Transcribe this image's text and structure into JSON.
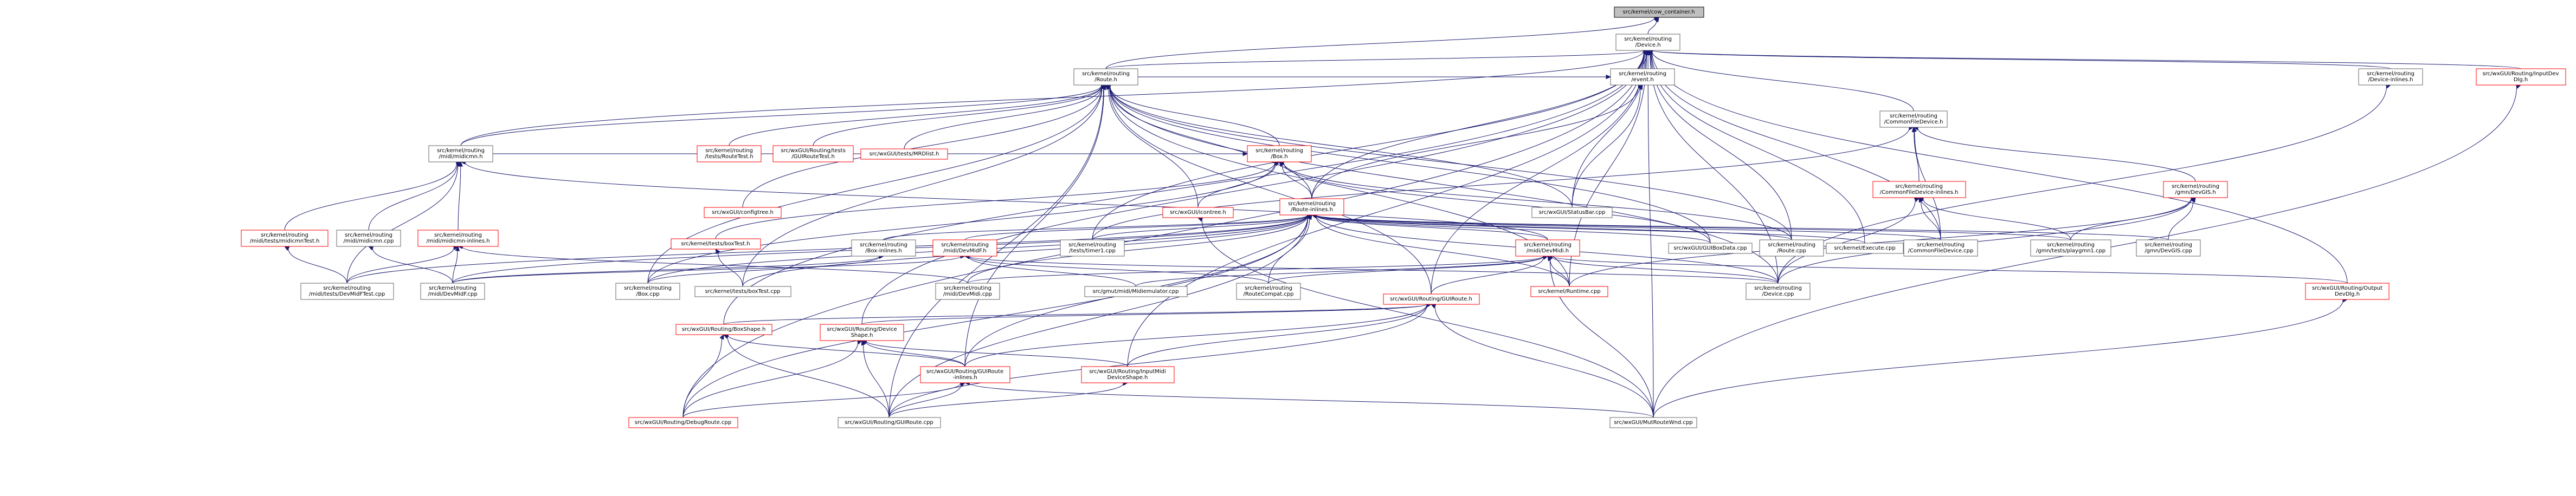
{
  "graph": {
    "nodes": [
      {
        "id": "cow",
        "lines": [
          "src/kernel/cow_container.h"
        ],
        "style": "root"
      },
      {
        "id": "device_h",
        "lines": [
          "src/kernel/routing",
          "/Device.h"
        ],
        "style": "normal"
      },
      {
        "id": "route_h",
        "lines": [
          "src/kernel/routing",
          "/Route.h"
        ],
        "style": "normal"
      },
      {
        "id": "event_h",
        "lines": [
          "src/kernel/routing",
          "/event.h"
        ],
        "style": "normal"
      },
      {
        "id": "devinl_h",
        "lines": [
          "src/kernel/routing",
          "/Device-inlines.h"
        ],
        "style": "normal"
      },
      {
        "id": "inputdevdlg_h",
        "lines": [
          "src/wxGUI/Routing/InputDev",
          "Dlg.h"
        ],
        "style": "red"
      },
      {
        "id": "cfd_h",
        "lines": [
          "src/kernel/routing",
          "/CommonFileDevice.h"
        ],
        "style": "normal"
      },
      {
        "id": "midicmn_h",
        "lines": [
          "src/kernel/routing",
          "/midi/midicmn.h"
        ],
        "style": "normal"
      },
      {
        "id": "routetest_h",
        "lines": [
          "src/kernel/routing",
          "/tests/RouteTest.h"
        ],
        "style": "red"
      },
      {
        "id": "guiroutetest_h",
        "lines": [
          "src/wxGUI/Routing/tests",
          "/GUIRouteTest.h"
        ],
        "style": "red"
      },
      {
        "id": "mrdlist_h",
        "lines": [
          "src/wxGUI/tests/MRDlist.h"
        ],
        "style": "red"
      },
      {
        "id": "box_h",
        "lines": [
          "src/kernel/routing",
          "/Box.h"
        ],
        "style": "red"
      },
      {
        "id": "configtree_h",
        "lines": [
          "src/wxGUI/configtree.h"
        ],
        "style": "red"
      },
      {
        "id": "icontree_h",
        "lines": [
          "src/wxGUI/icontree.h"
        ],
        "style": "red"
      },
      {
        "id": "routeinl_h",
        "lines": [
          "src/kernel/routing",
          "/Route-inlines.h"
        ],
        "style": "red"
      },
      {
        "id": "statusbar_cpp",
        "lines": [
          "src/wxGUI/StatusBar.cpp"
        ],
        "style": "normal"
      },
      {
        "id": "cfdinl_h",
        "lines": [
          "src/kernel/routing",
          "/CommonFileDevice-inlines.h"
        ],
        "style": "red"
      },
      {
        "id": "gmndevgis_h",
        "lines": [
          "src/kernel/routing",
          "/gmn/DevGIS.h"
        ],
        "style": "red"
      },
      {
        "id": "midicmntest_h",
        "lines": [
          "src/kernel/routing",
          "/midi/tests/midicmnTest.h"
        ],
        "style": "red"
      },
      {
        "id": "midicmn_cpp",
        "lines": [
          "src/kernel/routing",
          "/midi/midicmn.cpp"
        ],
        "style": "normal"
      },
      {
        "id": "midicmninl_h",
        "lines": [
          "src/kernel/routing",
          "/midi/midicmn-inlines.h"
        ],
        "style": "red"
      },
      {
        "id": "boxtest_h",
        "lines": [
          "src/kernel/tests/boxTest.h"
        ],
        "style": "red"
      },
      {
        "id": "boxinl_h",
        "lines": [
          "src/kernel/routing",
          "/Box-inlines.h"
        ],
        "style": "normal"
      },
      {
        "id": "mididevmidf_h",
        "lines": [
          "src/kernel/routing",
          "/midi/DevMidF.h"
        ],
        "style": "red"
      },
      {
        "id": "timer1_cpp",
        "lines": [
          "src/kernel/routing",
          "/tests/timer1.cpp"
        ],
        "style": "normal"
      },
      {
        "id": "mididevmidi_h",
        "lines": [
          "src/kernel/routing",
          "/midi/DevMidi.h"
        ],
        "style": "red"
      },
      {
        "id": "guiboxdata_cpp",
        "lines": [
          "src/wxGUI/GUIBoxData.cpp"
        ],
        "style": "normal"
      },
      {
        "id": "route_cpp",
        "lines": [
          "src/kernel/routing",
          "/Route.cpp"
        ],
        "style": "normal"
      },
      {
        "id": "execute_cpp",
        "lines": [
          "src/kernel/Execute.cpp"
        ],
        "style": "normal"
      },
      {
        "id": "cfd_cpp",
        "lines": [
          "src/kernel/routing",
          "/CommonFileDevice.cpp"
        ],
        "style": "normal"
      },
      {
        "id": "playgmn1_cpp",
        "lines": [
          "src/kernel/routing",
          "/gmn/tests/playgmn1.cpp"
        ],
        "style": "normal"
      },
      {
        "id": "devgis_cpp",
        "lines": [
          "src/kernel/routing",
          "/gmn/DevGIS.cpp"
        ],
        "style": "normal"
      },
      {
        "id": "devmidftest_cpp",
        "lines": [
          "src/kernel/routing",
          "/midi/tests/DevMidFTest.cpp"
        ],
        "style": "normal"
      },
      {
        "id": "devmidf_cpp",
        "lines": [
          "src/kernel/routing",
          "/midi/DevMidF.cpp"
        ],
        "style": "normal"
      },
      {
        "id": "box_cpp",
        "lines": [
          "src/kernel/routing",
          "/Box.cpp"
        ],
        "style": "normal"
      },
      {
        "id": "boxtest_cpp",
        "lines": [
          "src/kernel/tests/boxTest.cpp"
        ],
        "style": "normal"
      },
      {
        "id": "devmidi_cpp",
        "lines": [
          "src/kernel/routing",
          "/midi/DevMidi.cpp"
        ],
        "style": "normal"
      },
      {
        "id": "midiemu_cpp",
        "lines": [
          "src/gmut/midi/Midiemulator.cpp"
        ],
        "style": "normal"
      },
      {
        "id": "routecompat_cpp",
        "lines": [
          "src/kernel/routing",
          "/RouteCompat.cpp"
        ],
        "style": "normal"
      },
      {
        "id": "runtime_cpp",
        "lines": [
          "src/kernel/Runtime.cpp"
        ],
        "style": "red"
      },
      {
        "id": "device_cpp",
        "lines": [
          "src/kernel/routing",
          "/Device.cpp"
        ],
        "style": "normal"
      },
      {
        "id": "outputdevdlg_h",
        "lines": [
          "src/wxGUI/Routing/Output",
          "DevDlg.h"
        ],
        "style": "red"
      },
      {
        "id": "guiroute_h",
        "lines": [
          "src/wxGUI/Routing/GUIRoute.h"
        ],
        "style": "red"
      },
      {
        "id": "boxshape_h",
        "lines": [
          "src/wxGUI/Routing/BoxShape.h"
        ],
        "style": "red"
      },
      {
        "id": "devshape_h",
        "lines": [
          "src/wxGUI/Routing/Device",
          "Shape.h"
        ],
        "style": "red"
      },
      {
        "id": "guirouteinl_h",
        "lines": [
          "src/wxGUI/Routing/GUIRoute",
          "-inlines.h"
        ],
        "style": "red"
      },
      {
        "id": "inputmidishape_h",
        "lines": [
          "src/wxGUI/Routing/InputMidi",
          "DeviceShape.h"
        ],
        "style": "red"
      },
      {
        "id": "debugroute_cpp",
        "lines": [
          "src/wxGUI/Routing/DebugRoute.cpp"
        ],
        "style": "red"
      },
      {
        "id": "guiroute_cpp",
        "lines": [
          "src/wxGUI/Routing/GUIRoute.cpp"
        ],
        "style": "normal"
      },
      {
        "id": "mutroutewnd_cpp",
        "lines": [
          "src/wxGUI/MutRouteWnd.cpp"
        ],
        "style": "normal"
      }
    ],
    "edges": [
      [
        "cow",
        "device_h"
      ],
      [
        "cow",
        "route_h"
      ],
      [
        "device_h",
        "route_h"
      ],
      [
        "device_h",
        "event_h"
      ],
      [
        "device_h",
        "devinl_h"
      ],
      [
        "device_h",
        "inputdevdlg_h"
      ],
      [
        "device_h",
        "cfd_h"
      ],
      [
        "device_h",
        "midicmn_h"
      ],
      [
        "device_h",
        "routeinl_h"
      ],
      [
        "device_h",
        "statusbar_cpp"
      ],
      [
        "device_h",
        "timer1_cpp"
      ],
      [
        "device_h",
        "route_cpp"
      ],
      [
        "device_h",
        "execute_cpp"
      ],
      [
        "device_h",
        "cfd_cpp"
      ],
      [
        "device_h",
        "device_cpp"
      ],
      [
        "device_h",
        "runtime_cpp"
      ],
      [
        "device_h",
        "outputdevdlg_h"
      ],
      [
        "device_h",
        "boxshape_h"
      ],
      [
        "device_h",
        "devshape_h"
      ],
      [
        "device_h",
        "guiroute_h"
      ],
      [
        "device_h",
        "debugroute_cpp"
      ],
      [
        "device_h",
        "mutroutewnd_cpp"
      ],
      [
        "device_h",
        "inputmidishape_h"
      ],
      [
        "event_h",
        "route_h"
      ],
      [
        "event_h",
        "routeinl_h"
      ],
      [
        "event_h",
        "statusbar_cpp"
      ],
      [
        "devinl_h",
        "device_cpp"
      ],
      [
        "inputdevdlg_h",
        "mutroutewnd_cpp"
      ],
      [
        "route_h",
        "routetest_h"
      ],
      [
        "route_h",
        "guiroutetest_h"
      ],
      [
        "route_h",
        "mrdlist_h"
      ],
      [
        "route_h",
        "box_h"
      ],
      [
        "route_h",
        "configtree_h"
      ],
      [
        "route_h",
        "icontree_h"
      ],
      [
        "route_h",
        "routeinl_h"
      ],
      [
        "route_h",
        "midicmn_h"
      ],
      [
        "route_h",
        "statusbar_cpp"
      ],
      [
        "route_h",
        "guiboxdata_cpp"
      ],
      [
        "route_h",
        "route_cpp"
      ],
      [
        "route_h",
        "device_cpp"
      ],
      [
        "route_h",
        "box_cpp"
      ],
      [
        "route_h",
        "boxtest_cpp"
      ],
      [
        "route_h",
        "guiroute_h"
      ],
      [
        "route_h",
        "guirouteinl_h"
      ],
      [
        "route_h",
        "guiroute_cpp"
      ],
      [
        "route_h",
        "runtime_cpp"
      ],
      [
        "cfd_h",
        "cfdinl_h"
      ],
      [
        "cfd_h",
        "gmndevgis_h"
      ],
      [
        "cfd_h",
        "cfd_cpp"
      ],
      [
        "cfd_h",
        "timer1_cpp"
      ],
      [
        "cfdinl_h",
        "cfd_cpp"
      ],
      [
        "cfdinl_h",
        "playgmn1_cpp"
      ],
      [
        "cfdinl_h",
        "device_cpp"
      ],
      [
        "gmndevgis_h",
        "playgmn1_cpp"
      ],
      [
        "gmndevgis_h",
        "devgis_cpp"
      ],
      [
        "gmndevgis_h",
        "device_cpp"
      ],
      [
        "gmndevgis_h",
        "runtime_cpp"
      ],
      [
        "midicmn_h",
        "midicmntest_h"
      ],
      [
        "midicmn_h",
        "midicmn_cpp"
      ],
      [
        "midicmn_h",
        "midicmninl_h"
      ],
      [
        "midicmn_h",
        "mididevmidi_h"
      ],
      [
        "midicmn_h",
        "devmidftest_cpp"
      ],
      [
        "midicmntest_h",
        "devmidftest_cpp"
      ],
      [
        "midicmn_cpp",
        "devmidf_cpp"
      ],
      [
        "midicmninl_h",
        "devmidf_cpp"
      ],
      [
        "midicmninl_h",
        "devmidftest_cpp"
      ],
      [
        "midicmninl_h",
        "devmidi_cpp"
      ],
      [
        "box_h",
        "boxtest_h"
      ],
      [
        "box_h",
        "icontree_h"
      ],
      [
        "box_h",
        "routeinl_h"
      ],
      [
        "box_h",
        "midicmn_h"
      ],
      [
        "box_h",
        "guiboxdata_cpp"
      ],
      [
        "box_h",
        "box_cpp"
      ],
      [
        "box_h",
        "route_cpp"
      ],
      [
        "boxtest_h",
        "boxtest_cpp"
      ],
      [
        "icontree_h",
        "mutroutewnd_cpp"
      ],
      [
        "routeinl_h",
        "boxinl_h"
      ],
      [
        "routeinl_h",
        "mididevmidf_h"
      ],
      [
        "routeinl_h",
        "timer1_cpp"
      ],
      [
        "routeinl_h",
        "mididevmidi_h"
      ],
      [
        "routeinl_h",
        "guiboxdata_cpp"
      ],
      [
        "routeinl_h",
        "route_cpp"
      ],
      [
        "routeinl_h",
        "execute_cpp"
      ],
      [
        "routeinl_h",
        "cfd_cpp"
      ],
      [
        "routeinl_h",
        "playgmn1_cpp"
      ],
      [
        "routeinl_h",
        "devgis_cpp"
      ],
      [
        "routeinl_h",
        "devmidftest_cpp"
      ],
      [
        "routeinl_h",
        "devmidf_cpp"
      ],
      [
        "routeinl_h",
        "box_cpp"
      ],
      [
        "routeinl_h",
        "boxtest_cpp"
      ],
      [
        "routeinl_h",
        "devmidi_cpp"
      ],
      [
        "routeinl_h",
        "routecompat_cpp"
      ],
      [
        "routeinl_h",
        "device_cpp"
      ],
      [
        "routeinl_h",
        "runtime_cpp"
      ],
      [
        "routeinl_h",
        "guiroute_cpp"
      ],
      [
        "routeinl_h",
        "debugroute_cpp"
      ],
      [
        "routeinl_h",
        "guirouteinl_h"
      ],
      [
        "boxinl_h",
        "box_cpp"
      ],
      [
        "boxinl_h",
        "devmidf_cpp"
      ],
      [
        "mididevmidf_h",
        "devmidf_cpp"
      ],
      [
        "mididevmidf_h",
        "midiemu_cpp"
      ],
      [
        "mididevmidf_h",
        "routecompat_cpp"
      ],
      [
        "mididevmidf_h",
        "device_cpp"
      ],
      [
        "mididevmidi_h",
        "devmidi_cpp"
      ],
      [
        "mididevmidi_h",
        "routecompat_cpp"
      ],
      [
        "mididevmidi_h",
        "runtime_cpp"
      ],
      [
        "mididevmidi_h",
        "device_cpp"
      ],
      [
        "mididevmidi_h",
        "guiroute_h"
      ],
      [
        "mididevmidi_h",
        "outputdevdlg_h"
      ],
      [
        "mididevmidi_h",
        "mutroutewnd_cpp"
      ],
      [
        "mididevmidi_h",
        "midiemu_cpp"
      ],
      [
        "outputdevdlg_h",
        "mutroutewnd_cpp"
      ],
      [
        "guiroute_h",
        "boxshape_h"
      ],
      [
        "guiroute_h",
        "devshape_h"
      ],
      [
        "guiroute_h",
        "guirouteinl_h"
      ],
      [
        "guiroute_h",
        "inputmidishape_h"
      ],
      [
        "guiroute_h",
        "guiroute_cpp"
      ],
      [
        "guiroute_h",
        "mutroutewnd_cpp"
      ],
      [
        "boxshape_h",
        "debugroute_cpp"
      ],
      [
        "boxshape_h",
        "guiroute_cpp"
      ],
      [
        "boxshape_h",
        "guirouteinl_h"
      ],
      [
        "devshape_h",
        "guirouteinl_h"
      ],
      [
        "devshape_h",
        "inputmidishape_h"
      ],
      [
        "devshape_h",
        "guiroute_cpp"
      ],
      [
        "devshape_h",
        "debugroute_cpp"
      ],
      [
        "guirouteinl_h",
        "debugroute_cpp"
      ],
      [
        "guirouteinl_h",
        "guiroute_cpp"
      ],
      [
        "guirouteinl_h",
        "mutroutewnd_cpp"
      ],
      [
        "inputmidishape_h",
        "guiroute_cpp"
      ]
    ]
  }
}
